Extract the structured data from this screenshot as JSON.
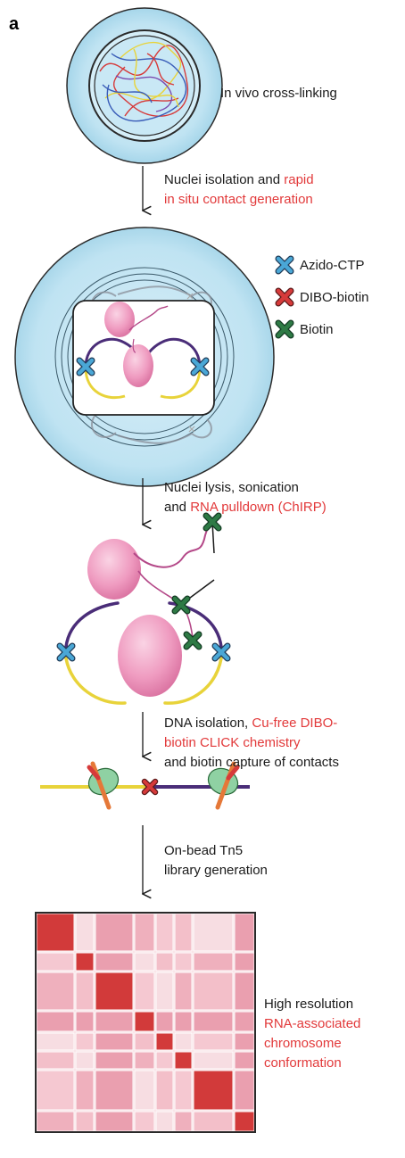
{
  "figure": {
    "panel_label": "a"
  },
  "steps": [
    {
      "name": "cross-linking",
      "lines": [
        [
          {
            "text": "In vivo cross-linking",
            "red": false
          }
        ]
      ]
    },
    {
      "name": "nuclei-isolation",
      "lines": [
        [
          {
            "text": "Nuclei isolation and ",
            "red": false
          },
          {
            "text": "rapid",
            "red": true
          }
        ],
        [
          {
            "text": "in situ contact generation",
            "red": true
          }
        ]
      ]
    },
    {
      "name": "nuclei-lysis",
      "lines": [
        [
          {
            "text": "Nuclei lysis, sonication",
            "red": false
          }
        ],
        [
          {
            "text": "and ",
            "red": false
          },
          {
            "text": "RNA pulldown (ChIRP)",
            "red": true
          }
        ]
      ]
    },
    {
      "name": "dna-isolation",
      "lines": [
        [
          {
            "text": "DNA isolation, ",
            "red": false
          },
          {
            "text": "Cu-free DIBO-",
            "red": true
          }
        ],
        [
          {
            "text": "biotin CLICK chemistry",
            "red": true
          }
        ],
        [
          {
            "text": "and biotin capture of contacts",
            "red": false
          }
        ]
      ]
    },
    {
      "name": "tn5-library",
      "lines": [
        [
          {
            "text": "On-bead Tn5",
            "red": false
          }
        ],
        [
          {
            "text": "library generation",
            "red": false
          }
        ]
      ]
    },
    {
      "name": "result",
      "lines": [
        [
          {
            "text": "High resolution",
            "red": false
          }
        ],
        [
          {
            "text": "RNA-associated",
            "red": true
          }
        ],
        [
          {
            "text": "chromosome",
            "red": true
          }
        ],
        [
          {
            "text": "conformation",
            "red": true
          }
        ]
      ]
    }
  ],
  "legend": [
    {
      "label": "Azido-CTP",
      "color": "#4aa7d6",
      "icon": "cross-icon"
    },
    {
      "label": "DIBO-biotin",
      "color": "#d63a3a",
      "icon": "cross-icon"
    },
    {
      "label": "Biotin",
      "color": "#2e7a45",
      "icon": "cross-icon"
    }
  ],
  "colors": {
    "text": "#1a1a1a",
    "accent_red": "#e2393a",
    "nucleus_blue": "#bfe3f2",
    "rna_pink": "#f2a6c8",
    "dna_purple": "#4a2d78",
    "dna_yellow": "#e8d33a",
    "matrix_dark": "#d23a3a",
    "matrix_light": "#f7dde2"
  }
}
